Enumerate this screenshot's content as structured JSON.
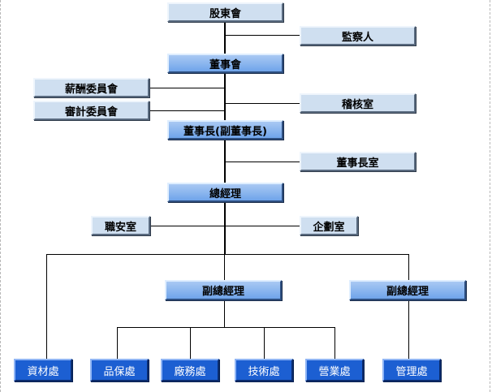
{
  "org_chart": {
    "shareholders_meeting": "股東會",
    "supervisor": "監察人",
    "board_of_directors": "董事會",
    "remuneration_committee": "薪酬委員會",
    "audit_committee": "審計委員會",
    "audit_office": "稽核室",
    "chairman": "董事長(副董事長)",
    "chairman_office": "董事長室",
    "general_manager": "總經理",
    "safety_office": "職安室",
    "planning_office": "企劃室",
    "deputy_gm_1": "副總經理",
    "deputy_gm_2": "副總經理",
    "materials_dept": "資材處",
    "quality_dept": "品保處",
    "factory_dept": "廠務處",
    "technology_dept": "技術處",
    "sales_dept": "營業處",
    "management_dept": "管理處"
  },
  "colors": {
    "light_box": "#cfdff0",
    "mid_box": "#6fa4ea",
    "dark_box": "#1c5fd2",
    "connector": "#000000"
  }
}
